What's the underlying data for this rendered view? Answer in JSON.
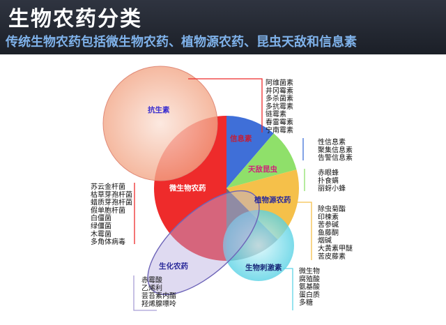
{
  "header": {
    "title": "生物农药分类",
    "subtitle": "传统生物农药包括微生物农药、植物源农药、昆虫天敌和信息素"
  },
  "diagram": {
    "segments": {
      "info": "信息素",
      "enemy": "天敌昆虫",
      "plant": "植物源农药",
      "micro": "微生物农药",
      "antibiotic": "抗生素",
      "biochem": "生化农药",
      "stim": "生物刺激素"
    },
    "lists": {
      "antibiotic": [
        "阿维菌素",
        "井冈霉素",
        "多杀菌素",
        "多抗霉素",
        "链霉素",
        "春雷霉素",
        "宁南霉素"
      ],
      "info": [
        "性信息素",
        "聚集信息素",
        "告警信息素"
      ],
      "enemy": [
        "赤眼蜂",
        "扑食螨",
        "丽蚜小蜂"
      ],
      "plant": [
        "除虫菊酯",
        "印楝素",
        "苦参碱",
        "鱼藤酮",
        "烟碱",
        "大黄素甲醚",
        "苦皮藤素"
      ],
      "micro": [
        "苏云金杆菌",
        "枯草芽孢杆菌",
        "蜡质芽孢杆菌",
        "假单胞杆菌",
        "白僵菌",
        "绿僵菌",
        "木霉菌",
        "多角体病毒"
      ],
      "stim": [
        "微生物",
        "腐殖酸",
        "氨基酸",
        "蛋白质",
        "多糖"
      ],
      "biochem": [
        "赤霉酸",
        "乙烯利",
        "芸苔素内酯",
        "羟烯腺嘌呤"
      ]
    },
    "colors": {
      "info": "#3f6fd8",
      "enemy": "#8fe06a",
      "plant": "#f5c04a",
      "micro": "#ee2b2b",
      "antibiotic": "#f4b49a",
      "biochem": "#a99fd6",
      "stim": "#5fd4e6"
    }
  }
}
